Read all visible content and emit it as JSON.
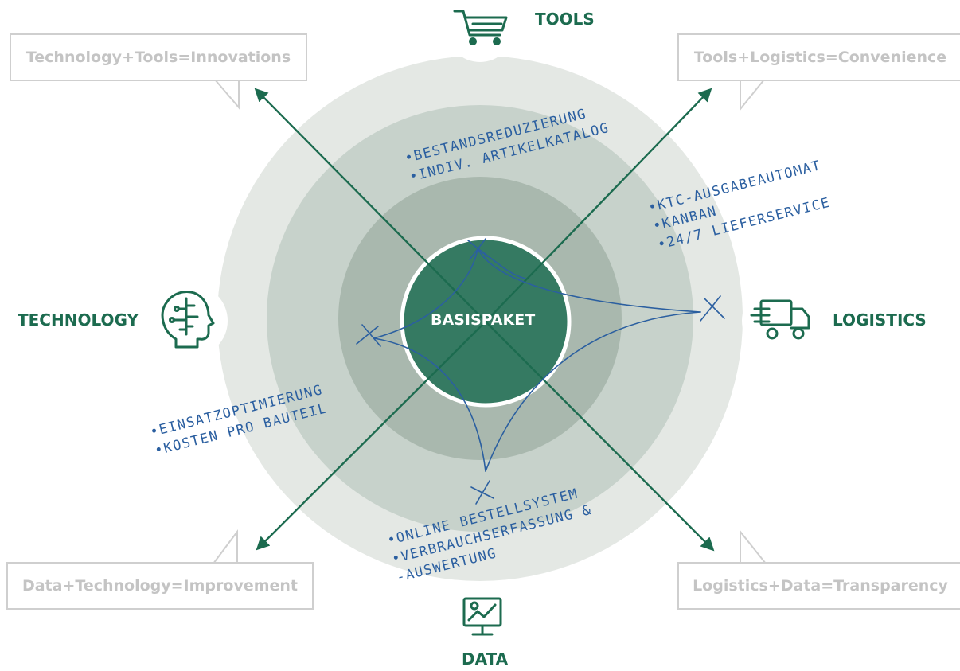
{
  "center": {
    "label": "BASISPAKET"
  },
  "pillars": {
    "tools": {
      "label": "TOOLS",
      "icon": "shopping-cart-icon"
    },
    "technology": {
      "label": "TECHNOLOGY",
      "icon": "head-circuit-icon"
    },
    "logistics": {
      "label": "LOGISTICS",
      "icon": "delivery-truck-icon"
    },
    "data": {
      "label": "DATA",
      "icon": "monitor-chart-icon"
    }
  },
  "callouts": {
    "top_left": "Technology+Tools=Innovations",
    "top_right": "Tools+Logistics=Convenience",
    "bottom_left": "Data+Technology=Improvement",
    "bottom_right": "Logistics+Data=Transparency"
  },
  "notes": {
    "top": [
      "•BESTANDSREDUZIERUNG",
      "•INDIV. ARTIKELKATALOG"
    ],
    "right": [
      "•KTC-AUSGABEAUTOMAT",
      "•KANBAN",
      "•24/7 LIEFERSERVICE"
    ],
    "left": [
      "•EINSATZOPTIMIERUNG",
      "•KOSTEN PRO BAUTEIL"
    ],
    "bottom": [
      "•ONLINE BESTELLSYSTEM",
      "•VERBRAUCHSERFASSUNG &",
      "-AUSWERTUNG"
    ]
  },
  "colors": {
    "ring_outer": "#e4e8e4",
    "ring_middle": "#c7d2cb",
    "ring_inner": "#a9b8ae",
    "center": "#357a62",
    "accent": "#1c6b4f",
    "handwriting": "#2b5fa0",
    "callout_text": "#c4c4c4"
  }
}
